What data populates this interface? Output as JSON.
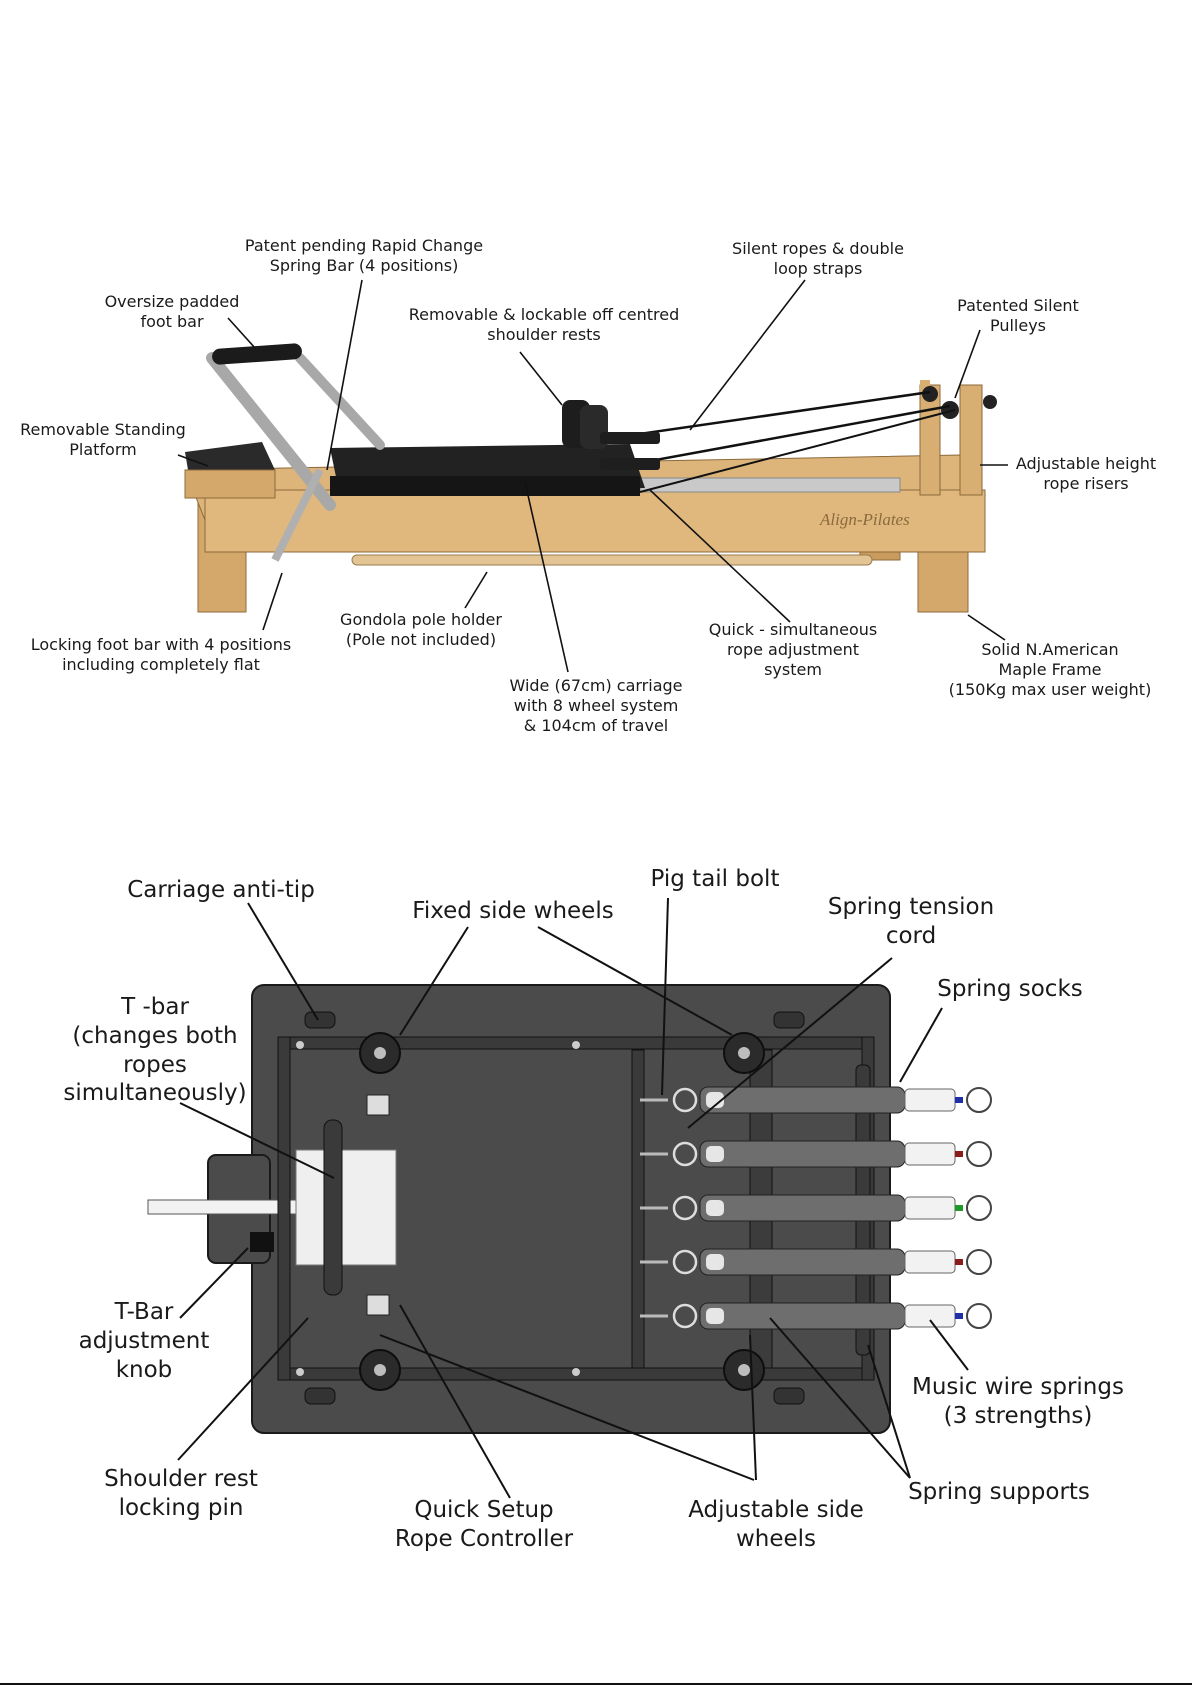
{
  "reformer_side_view": {
    "brand_logo": "Align-Pilates",
    "callouts": [
      {
        "id": "spring-bar",
        "text": "Patent pending Rapid Change\nSpring Bar (4 positions)"
      },
      {
        "id": "ropes-straps",
        "text": "Silent ropes & double\nloop straps"
      },
      {
        "id": "foot-bar",
        "text": "Oversize padded\nfoot bar"
      },
      {
        "id": "shoulder-rests",
        "text": "Removable & lockable off centred\nshoulder rests"
      },
      {
        "id": "pulleys",
        "text": "Patented Silent\nPulleys"
      },
      {
        "id": "standing-platform",
        "text": "Removable Standing\nPlatform"
      },
      {
        "id": "rope-risers",
        "text": "Adjustable height\nrope risers"
      },
      {
        "id": "gondola",
        "text": "Gondola pole holder\n(Pole not included)"
      },
      {
        "id": "locking-foot-bar",
        "text": "Locking foot bar with 4 positions\nincluding completely flat"
      },
      {
        "id": "rope-adjust",
        "text": "Quick - simultaneous\nrope adjustment\nsystem"
      },
      {
        "id": "frame",
        "text": "Solid N.American\nMaple Frame\n(150Kg max user weight)"
      },
      {
        "id": "carriage",
        "text": "Wide (67cm) carriage\nwith 8 wheel system\n& 104cm of travel"
      }
    ]
  },
  "carriage_underside_view": {
    "callouts": [
      {
        "id": "anti-tip",
        "text": "Carriage anti-tip"
      },
      {
        "id": "pig-tail",
        "text": "Pig tail bolt"
      },
      {
        "id": "fixed-wheels",
        "text": "Fixed side wheels"
      },
      {
        "id": "tension-cord",
        "text": "Spring tension\ncord"
      },
      {
        "id": "spring-socks",
        "text": "Spring socks"
      },
      {
        "id": "t-bar",
        "text": "T -bar\n(changes both\nropes\nsimultaneously)"
      },
      {
        "id": "t-bar-knob",
        "text": "T-Bar\nadjustment\nknob"
      },
      {
        "id": "music-wire",
        "text": "Music wire springs\n(3 strengths)"
      },
      {
        "id": "locking-pin",
        "text": "Shoulder rest\nlocking pin"
      },
      {
        "id": "spring-supports",
        "text": "Spring supports"
      },
      {
        "id": "rope-controller",
        "text": "Quick Setup\nRope Controller"
      },
      {
        "id": "adj-wheels",
        "text": "Adjustable side\nwheels"
      }
    ],
    "spring_tag_colors": [
      "#1f2fa8",
      "#8a1c1c",
      "#1f9a2a",
      "#8a1c1c",
      "#1f2fa8"
    ]
  }
}
